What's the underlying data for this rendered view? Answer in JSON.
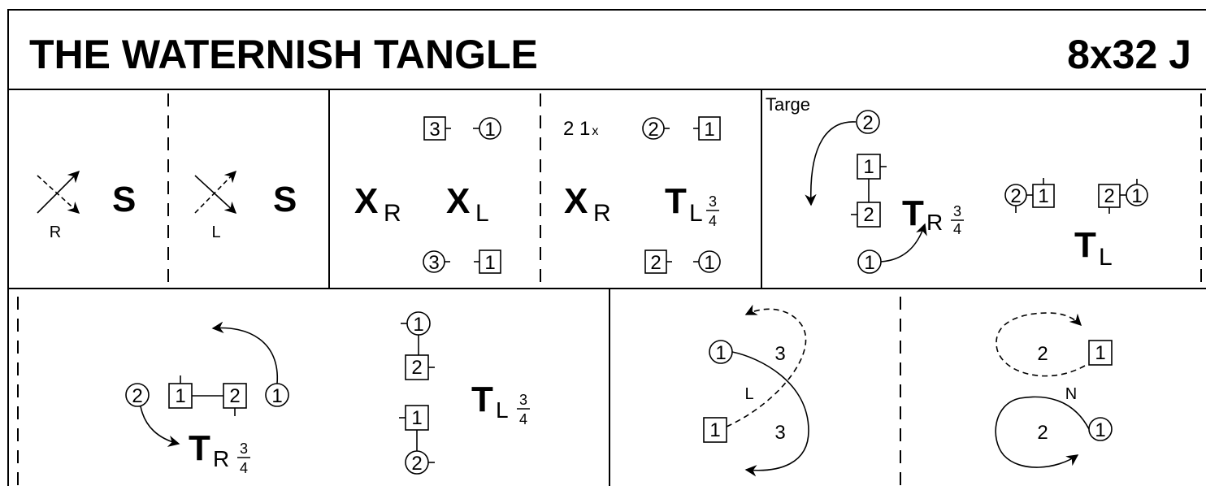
{
  "title": "THE WATERNISH TANGLE",
  "dance_type": "8x32 J",
  "bars_1_8": {
    "bar1": {
      "label": "S",
      "sub": "R"
    },
    "bar2": {
      "label": "S",
      "sub": "L"
    }
  },
  "bars_3_4": {
    "x1": {
      "main": "X",
      "sub": "R"
    },
    "x2": {
      "main": "X",
      "sub": "L"
    },
    "top": {
      "sq": "3",
      "ci": "1"
    },
    "bottom": {
      "ci": "3",
      "sq": "1"
    }
  },
  "bars_5_6": {
    "note": "2 1",
    "note_sub": "x",
    "x": {
      "main": "X",
      "sub": "R"
    },
    "t": {
      "main": "T",
      "sub": "L",
      "num": "3",
      "den": "4"
    },
    "top": {
      "ci": "2",
      "sq": "1"
    },
    "bottom": {
      "sq": "2",
      "ci": "1"
    }
  },
  "bars_7_8": {
    "targe": "Targe",
    "ci_top": "2",
    "sq_1": "1",
    "sq_2": "2",
    "ci_bottom": "1",
    "t": {
      "main": "T",
      "sub": "R",
      "num": "3",
      "den": "4"
    },
    "line": {
      "ci2": "2",
      "sq1": "1",
      "sq2": "2",
      "ci1": "1"
    },
    "tl": {
      "main": "T",
      "sub": "L"
    }
  },
  "row2_a": {
    "line": {
      "ci2": "2",
      "sq1": "1",
      "sq2": "2",
      "ci1": "1"
    },
    "t": {
      "main": "T",
      "sub": "R",
      "num": "3",
      "den": "4"
    }
  },
  "row2_b": {
    "col": {
      "ci1": "1",
      "sq2": "2",
      "sq1": "1",
      "ci2": "2"
    },
    "t": {
      "main": "T",
      "sub": "L",
      "num": "3",
      "den": "4"
    }
  },
  "row2_c": {
    "ci": "1",
    "n_top": "3",
    "mid": "L",
    "sq": "1",
    "n_bottom": "3"
  },
  "row2_d": {
    "n_top": "2",
    "sq": "1",
    "mid": "N",
    "n_bottom": "2",
    "ci": "1"
  }
}
